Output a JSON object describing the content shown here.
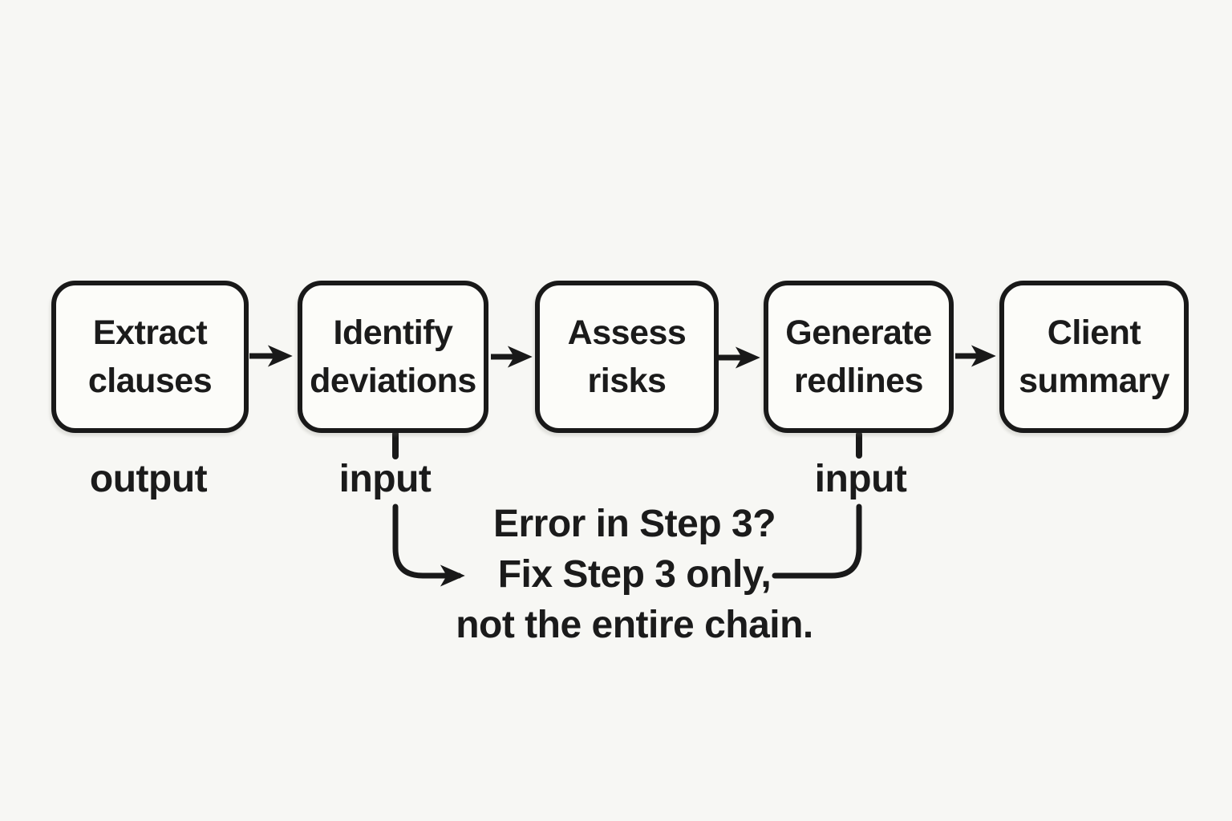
{
  "diagram": {
    "steps": [
      {
        "lines": [
          "Extract",
          "clauses"
        ]
      },
      {
        "lines": [
          "Identify",
          "deviations"
        ]
      },
      {
        "lines": [
          "Assess",
          "risks"
        ]
      },
      {
        "lines": [
          "Generate",
          "redlines"
        ]
      },
      {
        "lines": [
          "Client",
          "summary"
        ]
      }
    ],
    "flow_labels": [
      {
        "text": "output"
      },
      {
        "text": "input"
      },
      {
        "text": "input"
      }
    ],
    "annotation": {
      "lines": [
        "Error in Step 3?",
        "Fix Step 3 only,",
        "not the entire chain."
      ]
    },
    "colors": {
      "background": "#f7f7f4",
      "box_fill": "#fcfcf9",
      "line": "#191919",
      "text": "#1b1b1b"
    }
  }
}
